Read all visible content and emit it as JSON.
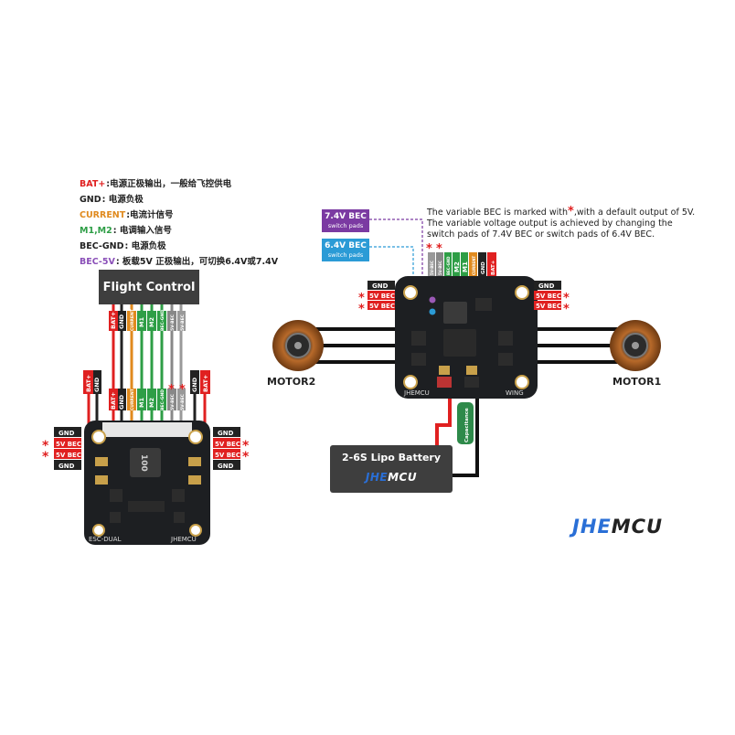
{
  "legend": [
    {
      "key": "BAT+",
      "text": ":电源正极输出，一般给飞控供电",
      "color": "#e02020"
    },
    {
      "key": "GND",
      "text": ": 电源负极",
      "color": "#222222"
    },
    {
      "key": "CURRENT",
      "text": ":电流计信号",
      "color": "#e08a1e"
    },
    {
      "key": "M1,M2",
      "text": ": 电调输入信号",
      "color": "#2e9e46"
    },
    {
      "key": "BEC-GND",
      "text": ": 电源负极",
      "color": "#222222"
    },
    {
      "key": "BEC-5V",
      "text": ": 板载5V 正极输出，可切换6.4V或7.4V",
      "color": "#8a4fb8"
    }
  ],
  "flight_control": "Flight Control",
  "note": {
    "line1_before": "The variable BEC is marked with",
    "star": "*",
    "line1_after": ",with a default output of 5V.",
    "line2": "The variable voltage output is achieved by changing the switch pads of 7.4V BEC or switch pads of 6.4V BEC."
  },
  "bec_boxes": {
    "b74": {
      "title": "7.4V BEC",
      "sub": "switch pads",
      "color": "#7b3aa2"
    },
    "b64": {
      "title": "6.4V BEC",
      "sub": "switch pads",
      "color": "#2b9bd6"
    }
  },
  "left_board": {
    "top_pins": [
      "BAT+",
      "GND",
      "CURRENT",
      "M1",
      "M2",
      "BEC-GND",
      "5V-BEC",
      "5V-BEC"
    ],
    "left_pads": [
      "GND",
      "5V BEC",
      "5V BEC",
      "GND"
    ],
    "right_pads": [
      "GND",
      "5V BEC",
      "5V BEC",
      "GND"
    ],
    "side_left": [
      "BAT+",
      "GND"
    ],
    "side_right": [
      "BAT+"
    ],
    "silk_left": "ESC-DUAL",
    "silk_right": "JHEMCU",
    "chip": "100"
  },
  "right_board": {
    "top_pins": [
      "5V-BEC",
      "5V-BEC",
      "BEC-GND",
      "M2",
      "M1",
      "CURRENT",
      "GND",
      "BAT+"
    ],
    "left_pads": [
      "GND",
      "5V BEC",
      "5V BEC"
    ],
    "right_pads": [
      "GND",
      "5V BEC",
      "5V BEC"
    ],
    "silk_left": "JHEMCU",
    "silk_right": "WING",
    "capacitance": "Capacitance"
  },
  "motors": {
    "left": "MOTOR2",
    "right": "MOTOR1"
  },
  "battery": {
    "title": "2-6S Lipo Battery",
    "logo_j": "JHE",
    "logo_rest": "MCU"
  },
  "brand": {
    "j": "JHE",
    "rest": "MCU"
  }
}
